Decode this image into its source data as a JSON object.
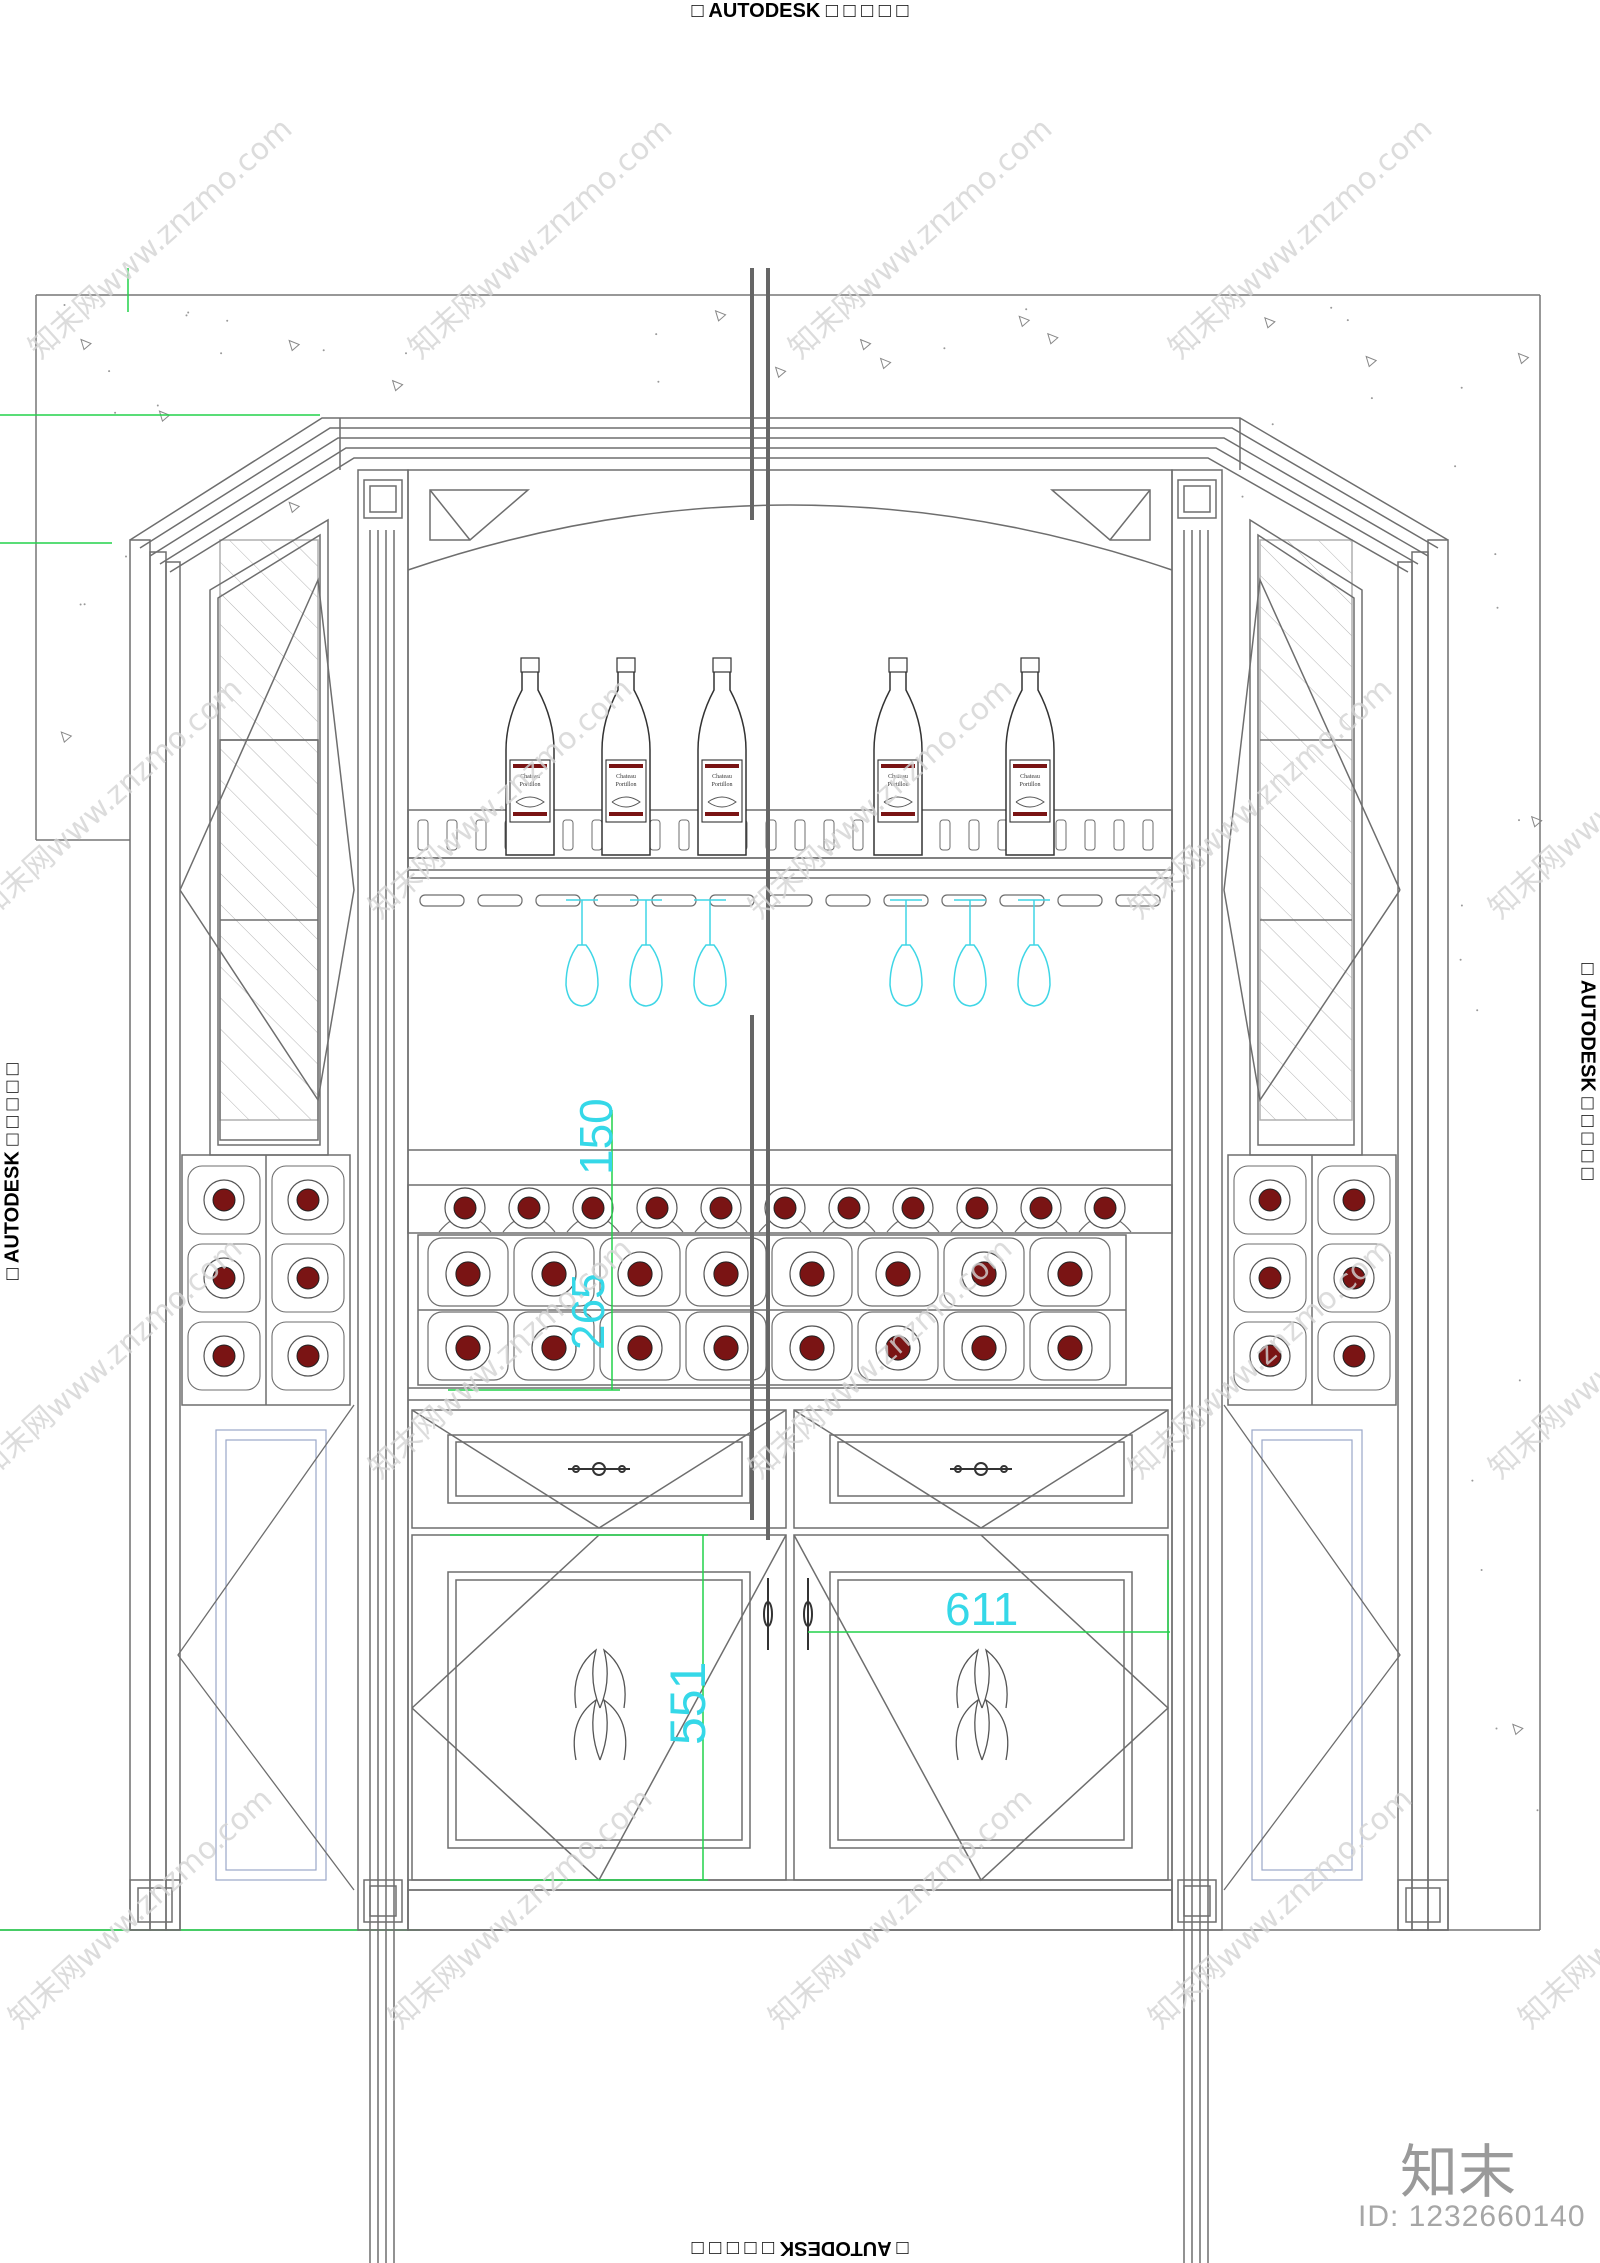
{
  "sheet": {
    "edge_label": "□ AUTODESK □ □ □ □ □",
    "watermark_site": "知末网www.znzmo.com",
    "logo_text": "知末",
    "id_text": "ID: 1232660140"
  },
  "bottle_label": {
    "line1": "Chateau",
    "line2": "Portillon"
  },
  "dimensions": {
    "d150": "150",
    "d265": "265",
    "d611": "611",
    "d551": "551"
  },
  "colors": {
    "line": "#6e6e6e",
    "dim_cyan": "#35d8e8",
    "dim_green": "#22d24a",
    "wine_red": "#7a1414",
    "glass_cyan": "#3fd6e6"
  }
}
